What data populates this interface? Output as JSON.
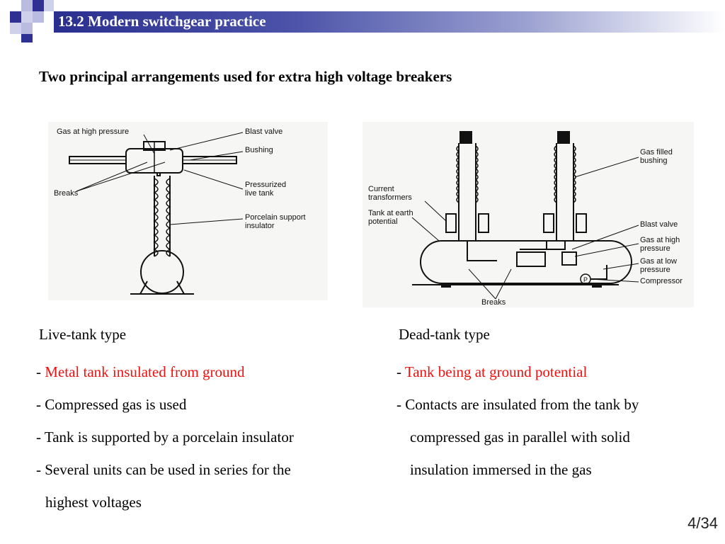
{
  "header": {
    "title": "13.2 Modern switchgear practice"
  },
  "heading": "Two principal arrangements used for extra high voltage breakers",
  "live_tank": {
    "labels": {
      "gas": "Gas at high pressure",
      "blast_valve": "Blast valve",
      "bushing": "Bushing",
      "breaks": "Breaks",
      "pressurized1": "Pressurized",
      "pressurized2": "live tank",
      "porcelain1": "Porcelain support",
      "porcelain2": "insulator"
    },
    "caption": "Live-tank type",
    "bullets": [
      {
        "dash": "- ",
        "text": "Metal tank insulated from ground",
        "highlight": true
      },
      {
        "dash": "- ",
        "text": "Compressed gas is used"
      },
      {
        "dash": "- ",
        "text": "Tank is supported by a porcelain insulator"
      },
      {
        "dash": "- ",
        "text": "Several units can be used in series for the"
      },
      {
        "text": "highest voltages"
      }
    ]
  },
  "dead_tank": {
    "labels": {
      "ct1": "Current",
      "ct2": "transformers",
      "tank1": "Tank at earth",
      "tank2": "potential",
      "bushing1": "Gas filled",
      "bushing2": "bushing",
      "blast_valve": "Blast valve",
      "gas_high1": "Gas at high",
      "gas_high2": "pressure",
      "gas_low1": "Gas at low",
      "gas_low2": "pressure",
      "compressor": "Compressor",
      "breaks": "Breaks",
      "pump": "P"
    },
    "caption": "Dead-tank type",
    "bullets": [
      {
        "dash": "- ",
        "text": "Tank being at ground potential",
        "highlight": true
      },
      {
        "dash": "- ",
        "text": "Contacts are insulated from the tank by"
      },
      {
        "text": "compressed gas in parallel with solid"
      },
      {
        "text": "insulation immersed  in the gas"
      }
    ]
  },
  "footer": {
    "page": "4/34"
  },
  "colors": {
    "title_bar": "#2a2f8f",
    "highlight": "#ee1111",
    "logo_square": "#2e3191"
  }
}
